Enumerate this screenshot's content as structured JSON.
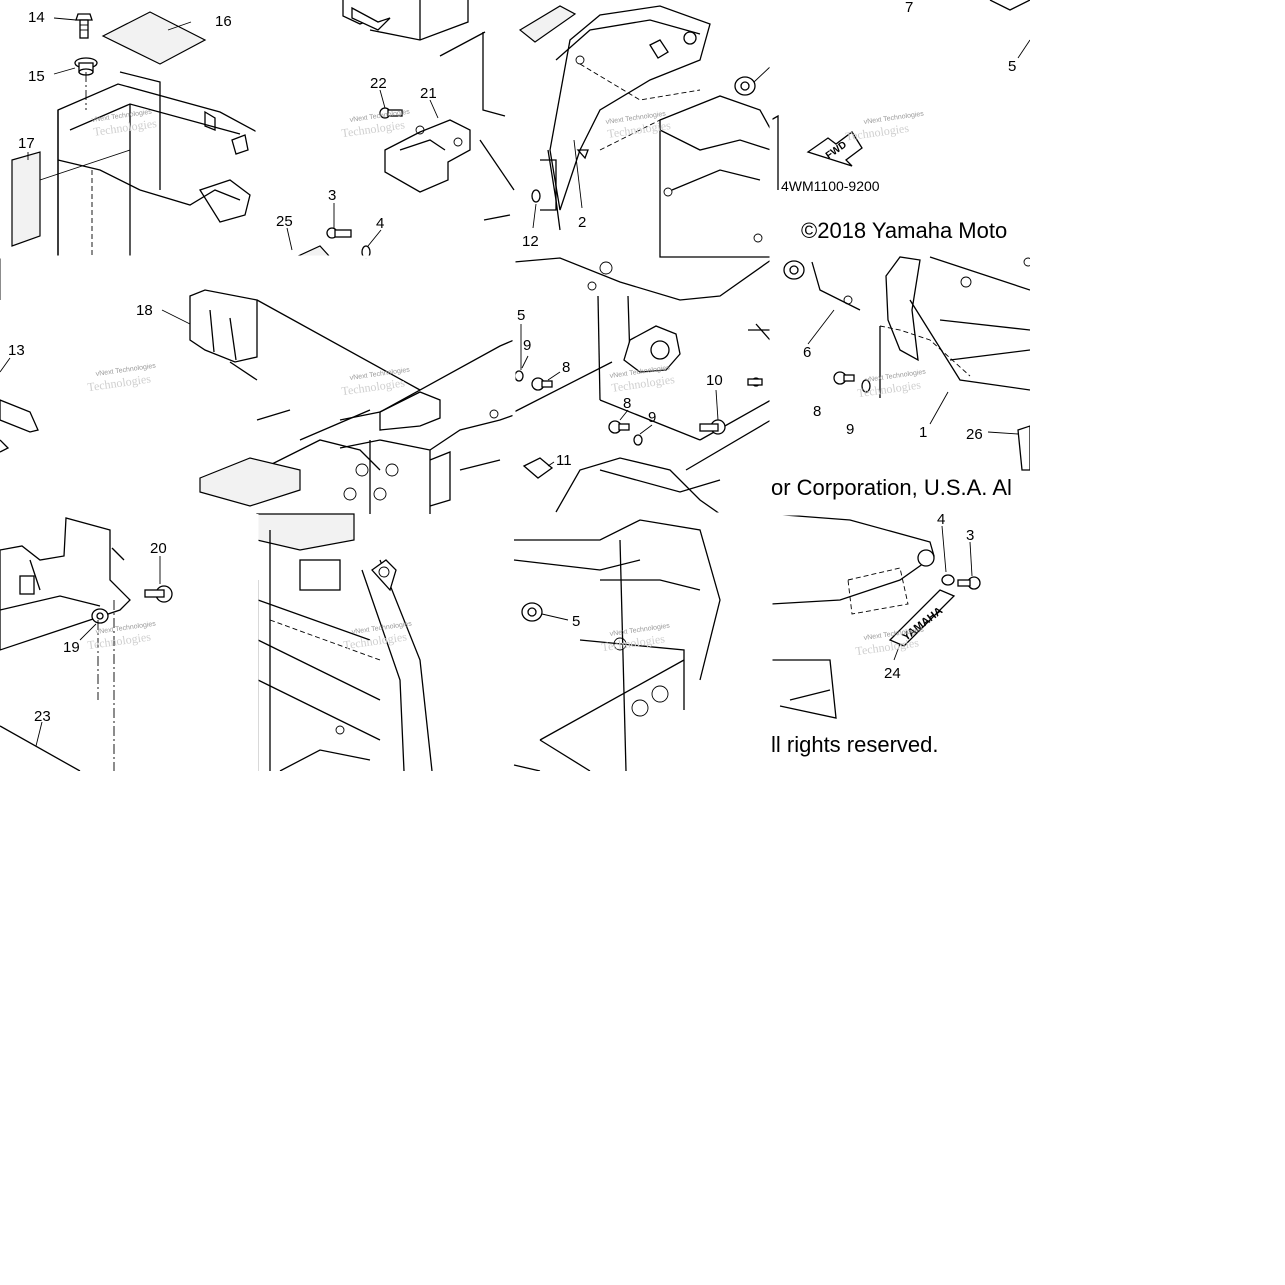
{
  "diagram": {
    "part_code": "4WM1100-9200",
    "fwd_label": "FWD",
    "emblem_text": "YAMAHA",
    "copyright": {
      "tile_a": "©2018 Yamaha Moto",
      "tile_b": "or Corporation, U.S.A. Al",
      "tile_c": "ll rights reserved."
    },
    "watermark": {
      "line1": "vNext Technologies",
      "line2": "Technologies"
    },
    "callouts": [
      {
        "id": "c14",
        "label": "14"
      },
      {
        "id": "c16",
        "label": "16"
      },
      {
        "id": "c15",
        "label": "15"
      },
      {
        "id": "c17",
        "label": "17"
      },
      {
        "id": "c22",
        "label": "22"
      },
      {
        "id": "c21",
        "label": "21"
      },
      {
        "id": "c3a",
        "label": "3"
      },
      {
        "id": "c4a",
        "label": "4"
      },
      {
        "id": "c25",
        "label": "25"
      },
      {
        "id": "c12",
        "label": "12"
      },
      {
        "id": "c2",
        "label": "2"
      },
      {
        "id": "c7",
        "label": "7"
      },
      {
        "id": "c5a",
        "label": "5"
      },
      {
        "id": "c18",
        "label": "18"
      },
      {
        "id": "c13",
        "label": "13"
      },
      {
        "id": "c5b",
        "label": "5"
      },
      {
        "id": "c9a",
        "label": "9"
      },
      {
        "id": "c8a",
        "label": "8"
      },
      {
        "id": "c10",
        "label": "10"
      },
      {
        "id": "c8b",
        "label": "8"
      },
      {
        "id": "c9b",
        "label": "9"
      },
      {
        "id": "c11",
        "label": "11"
      },
      {
        "id": "c6",
        "label": "6"
      },
      {
        "id": "c8c",
        "label": "8"
      },
      {
        "id": "c9c",
        "label": "9"
      },
      {
        "id": "c1",
        "label": "1"
      },
      {
        "id": "c26",
        "label": "26"
      },
      {
        "id": "c20",
        "label": "20"
      },
      {
        "id": "c19",
        "label": "19"
      },
      {
        "id": "c23",
        "label": "23"
      },
      {
        "id": "c5c",
        "label": "5"
      },
      {
        "id": "c4b",
        "label": "4"
      },
      {
        "id": "c3b",
        "label": "3"
      },
      {
        "id": "c24",
        "label": "24"
      }
    ]
  }
}
